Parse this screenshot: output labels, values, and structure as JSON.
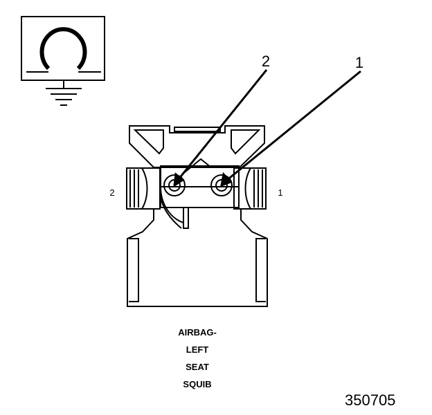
{
  "callouts": [
    {
      "number": "2"
    },
    {
      "number": "1"
    }
  ],
  "pin_labels": {
    "left": "2",
    "right": "1"
  },
  "caption_lines": [
    "AIRBAG-",
    "LEFT",
    "SEAT",
    "SQUIB"
  ],
  "figure_number": "350705",
  "icons": [
    "ohmmeter-ground-symbol-icon"
  ]
}
